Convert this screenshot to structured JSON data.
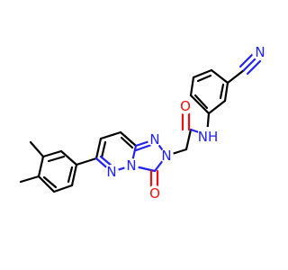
{
  "molecule": {
    "colors": {
      "carbon_bond": "#000000",
      "nitrogen": "#2222ee",
      "oxygen": "#ee1111"
    },
    "atoms": {
      "n_nitrile": {
        "symbol": "N",
        "color": "#2222ee"
      },
      "n_amide_h": {
        "symbol": "NH",
        "parts": [
          "N",
          "H"
        ],
        "color": "#2222ee"
      },
      "o_amide": {
        "symbol": "O",
        "color": "#ee1111"
      },
      "o_ring": {
        "symbol": "O",
        "color": "#ee1111"
      },
      "n_triazole_1": {
        "symbol": "N",
        "color": "#2222ee"
      },
      "n_triazole_2": {
        "symbol": "N",
        "color": "#2222ee"
      },
      "n_bridge": {
        "symbol": "N",
        "color": "#2222ee"
      },
      "n_pyridazine": {
        "symbol": "N",
        "color": "#2222ee"
      }
    }
  }
}
